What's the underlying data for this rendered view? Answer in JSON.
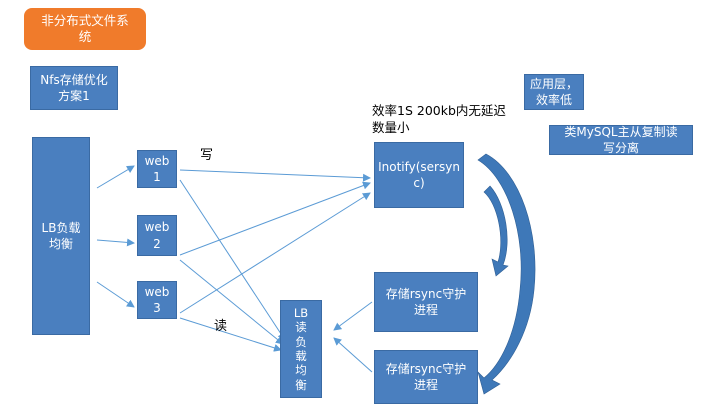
{
  "title": "非分布式文件系\n统",
  "nfs_label": "Nfs存储优化\n方案1",
  "lb_main": "LB负载\n均衡",
  "web_nodes": [
    "web\n1",
    "web\n2",
    "web\n3"
  ],
  "write_label": "写",
  "read_label": "读",
  "lb_read": "LB\n读\n负\n载\n均\n衡",
  "inotify": "Inotify(sersyn\nc)",
  "efficiency_note": "效率1S 200kb内无延迟\n数量小",
  "storage_nodes": [
    "存储rsync守护\n进程",
    "存储rsync守护\n进程"
  ],
  "app_layer": "应用层，\n效率低",
  "mysql_note": "类MySQL主从复制读\n写分离",
  "colors": {
    "box_fill": "#4a7fbf",
    "title_fill": "#f07b2b",
    "connector": "#5b9bd5",
    "curve_arrow": "#3e78b8"
  }
}
